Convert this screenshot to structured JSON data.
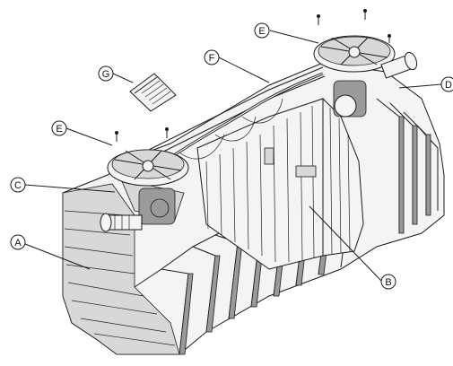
{
  "callouts": {
    "A": "A",
    "B": "B",
    "C": "C",
    "D": "D",
    "E1": "E",
    "E2": "E",
    "F": "F",
    "G": "G"
  },
  "icons": {
    "manual": "document-icon",
    "screw": "screw-icon"
  }
}
